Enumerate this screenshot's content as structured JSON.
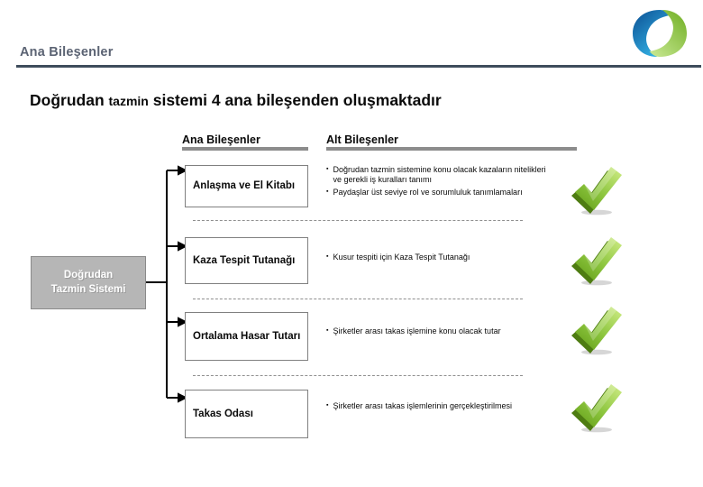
{
  "header": {
    "title": "Ana Bileşenler"
  },
  "logo": {
    "icon": "brand-swirl-logo"
  },
  "subtitle": {
    "lead": "Doğrudan",
    "small": "tazmin",
    "rest": "sistemi 4 ana bileşenden oluşmaktadır"
  },
  "columns": {
    "main": "Ana Bileşenler",
    "sub": "Alt Bileşenler"
  },
  "system_box": {
    "line1": "Doğrudan",
    "line2": "Tazmin Sistemi"
  },
  "rows": [
    {
      "component": "Anlaşma ve El Kitabı",
      "bullets": [
        "Doğrudan tazmin sistemine konu olacak kazaların nitelikleri ve gerekli iş kuralları tanımı",
        "Paydaşlar üst seviye rol ve sorumluluk tanımlamaları"
      ],
      "status_icon": "green-check"
    },
    {
      "component": "Kaza Tespit Tutanağı",
      "bullets": [
        "Kusur tespiti için Kaza Tespit Tutanağı"
      ],
      "status_icon": "green-check"
    },
    {
      "component": "Ortalama Hasar Tutarı",
      "bullets": [
        "Şirketler arası takas işlemine konu olacak tutar"
      ],
      "status_icon": "green-check"
    },
    {
      "component": "Takas Odası",
      "bullets": [
        "Şirketler arası takas işlemlerinin gerçekleştirilmesi"
      ],
      "status_icon": "green-check"
    }
  ],
  "colors": {
    "title_text": "#5b6373",
    "title_rule": "#3e4d5c",
    "header_bar": "#8c8c8c",
    "box_border": "#808080",
    "system_box_fill": "#b6b6b6",
    "connector": "#000000",
    "check_green": "#8dc63f",
    "logo_blue": "#1272b6",
    "logo_green": "#8cc63f"
  }
}
